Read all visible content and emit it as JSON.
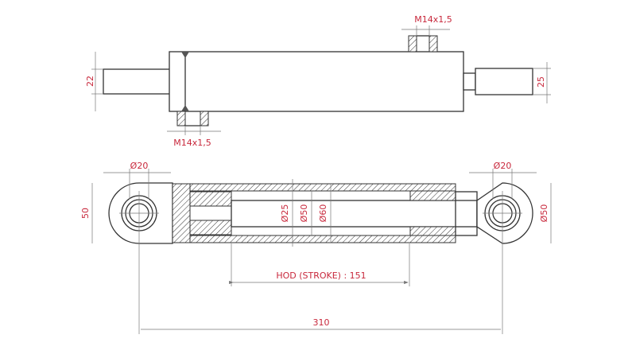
{
  "colors": {
    "dimension_text": "#c8283c",
    "outline": "#333333"
  },
  "top_view": {
    "port_top_label": "M14x1,5",
    "port_bottom_label": "M14x1,5",
    "left_shaft_dim": "22",
    "right_shaft_dim": "25"
  },
  "section_view": {
    "left_pin_dim": "Ø20",
    "right_pin_dim": "Ø20",
    "left_eye_dim": "50",
    "right_eye_dim": "Ø50",
    "rod_dim": "Ø25",
    "bore_dim": "Ø50",
    "tube_dim": "Ø60",
    "stroke_label": "HOD (STROKE) : 151",
    "length_label": "310"
  }
}
